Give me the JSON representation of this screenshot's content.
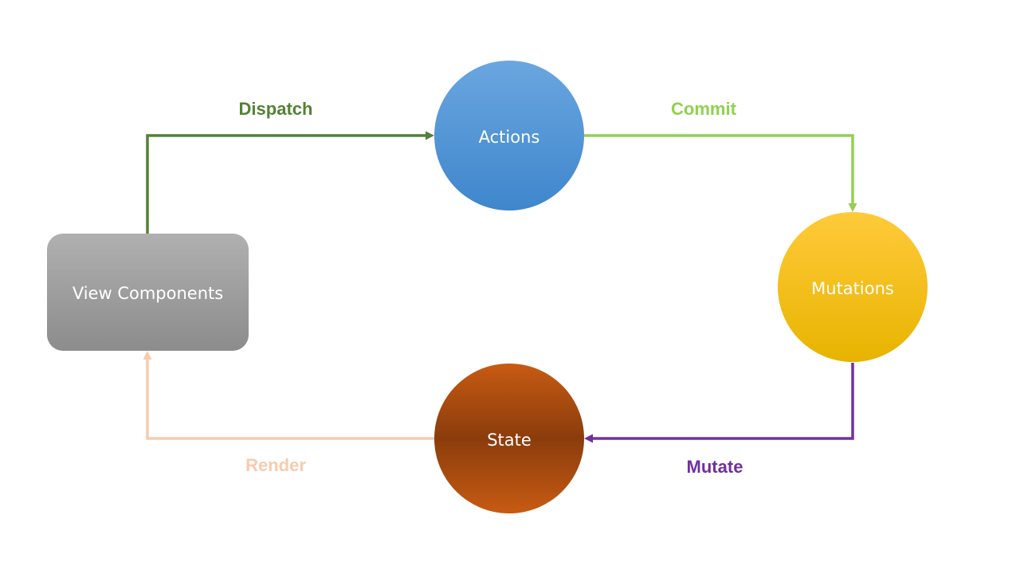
{
  "nodes": {
    "view_components": {
      "label": "View Components",
      "shape": "rounded-rect",
      "color_top": "#b0b0b0",
      "color_bottom": "#8c8c8c"
    },
    "actions": {
      "label": "Actions",
      "shape": "circle",
      "color_top": "#6aa6e0",
      "color_bottom": "#3f86cc"
    },
    "mutations": {
      "label": "Mutations",
      "shape": "circle",
      "color_top": "#ffca3a",
      "color_bottom": "#e8b400"
    },
    "state": {
      "label": "State",
      "shape": "circle",
      "color_top": "#c75b13",
      "color_mid": "#8b3c0c",
      "color_bottom": "#c75b13"
    }
  },
  "edges": {
    "dispatch": {
      "label": "Dispatch",
      "from": "View Components",
      "to": "Actions",
      "color": "#538135"
    },
    "commit": {
      "label": "Commit",
      "from": "Actions",
      "to": "Mutations",
      "color": "#92d050"
    },
    "mutate": {
      "label": "Mutate",
      "from": "Mutations",
      "to": "State",
      "color": "#7030a0"
    },
    "render": {
      "label": "Render",
      "from": "State",
      "to": "View Components",
      "color": "#f8cbad"
    }
  }
}
